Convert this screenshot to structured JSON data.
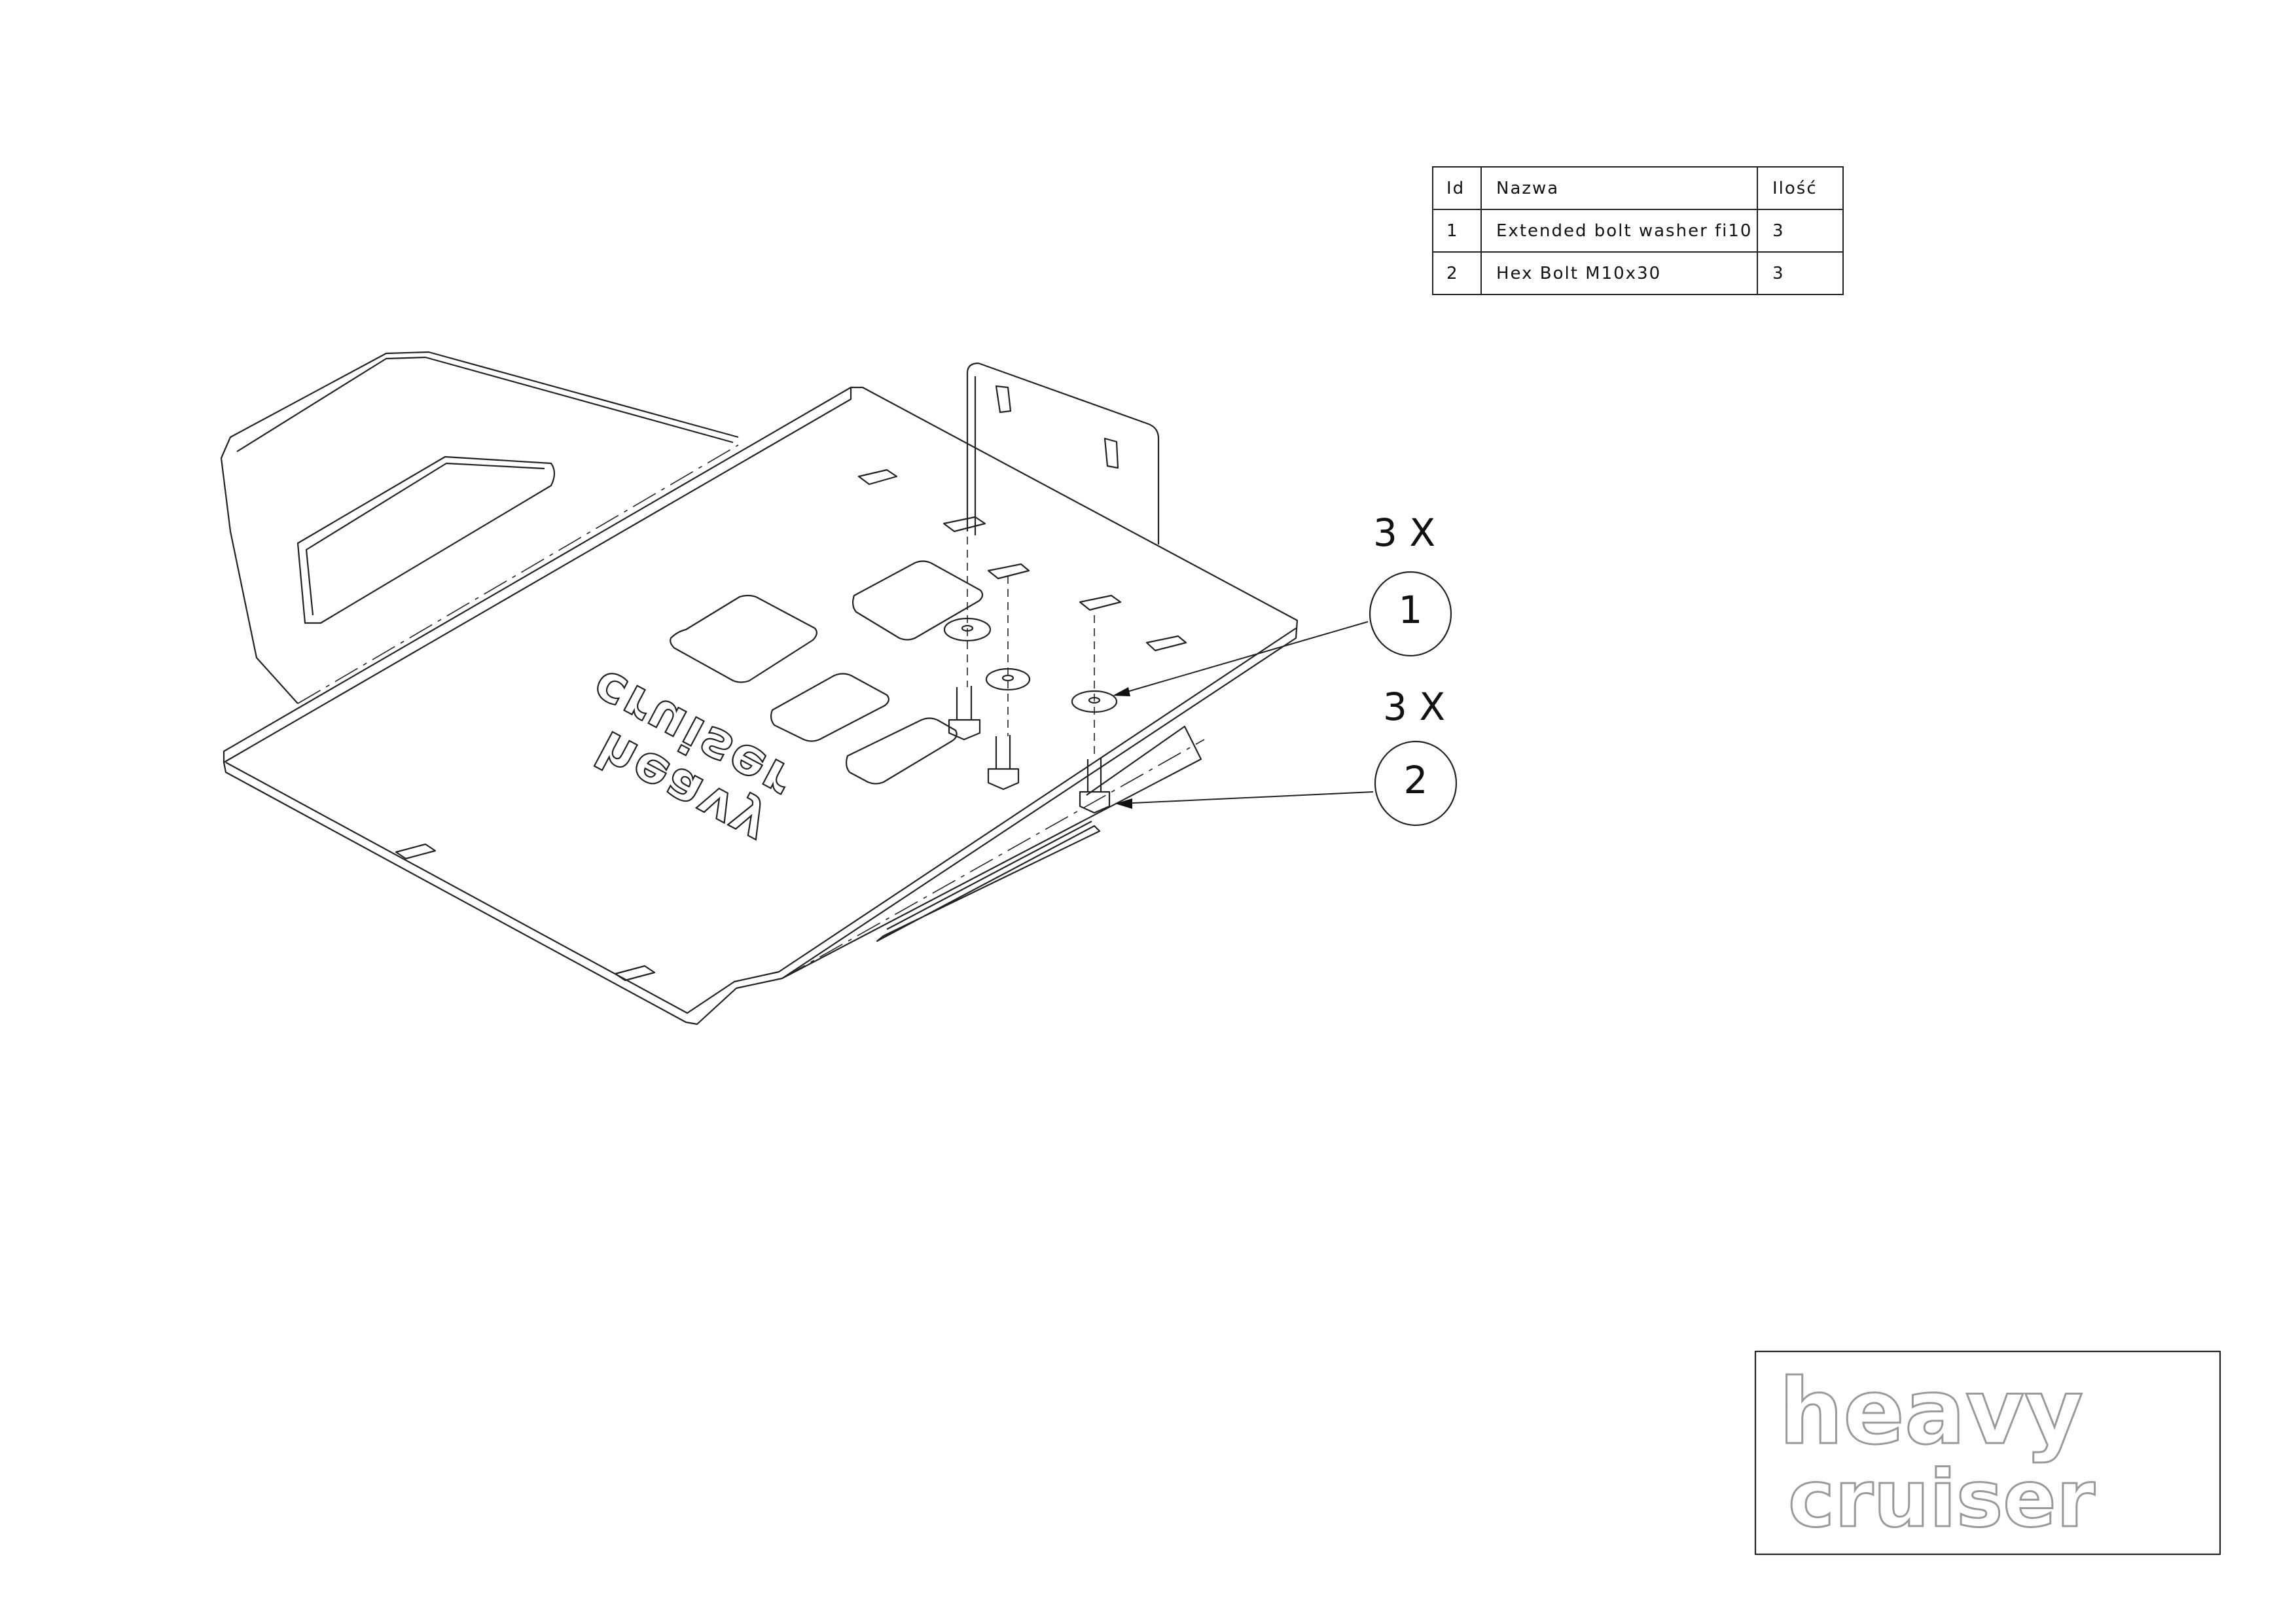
{
  "parts_table": {
    "headers": [
      "Id",
      "Nazwa",
      "Ilość"
    ],
    "rows": [
      {
        "id": "1",
        "name": "Extended bolt washer fi10",
        "qty": "3"
      },
      {
        "id": "2",
        "name": "Hex Bolt M10x30",
        "qty": "3"
      }
    ]
  },
  "callouts": [
    {
      "number": "1",
      "quantity": "3 X",
      "part": "Extended bolt washer fi10"
    },
    {
      "number": "2",
      "quantity": "3 X",
      "part": "Hex Bolt M10x30"
    }
  ],
  "plate_logo": {
    "line1": "heavy",
    "line2": "cruiser"
  },
  "brand_logo": {
    "line1": "heavy",
    "line2": "cruiser"
  }
}
